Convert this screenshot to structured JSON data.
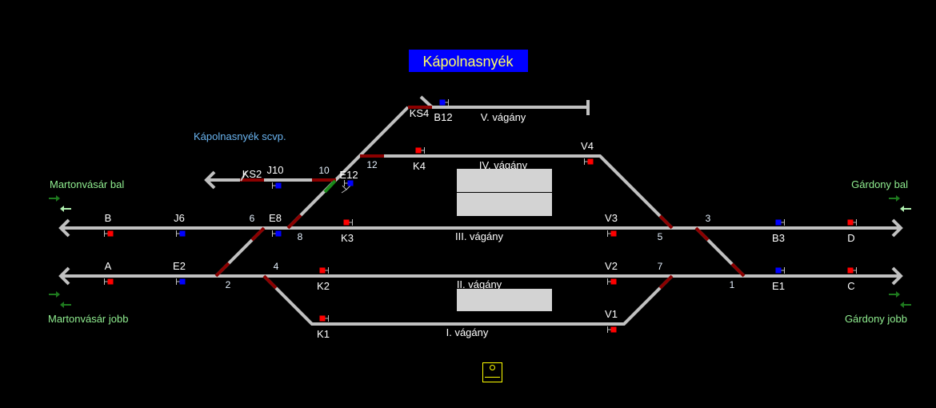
{
  "title": "Kápolnasnyék",
  "subtitle": "Kápolnasnyék scvp.",
  "colors": {
    "background": "#000000",
    "track": "#c0c0c0",
    "occupied": "#8b0000",
    "route_set": "#1a8a1a",
    "title_bg": "#0000ff",
    "title_fg": "#ffff66",
    "signal_stop": "#ff0000",
    "signal_shunt": "#0000ff"
  },
  "tracks": {
    "v": "V. vágány",
    "iv": "IV. vágány",
    "iii": "III. vágány",
    "ii": "II. vágány",
    "i": "I. vágány"
  },
  "directions": {
    "mv_bal": "Martonvásár bal",
    "mv_jobb": "Martonvásár jobb",
    "gd_bal": "Gárdony bal",
    "gd_jobb": "Gárdony jobb"
  },
  "switches": [
    "1",
    "2",
    "3",
    "4",
    "5",
    "6",
    "7",
    "8",
    "10",
    "12"
  ],
  "block_labels": {
    "ks2": "KS2",
    "ks4": "KS4"
  },
  "signals": [
    {
      "name": "B",
      "aspect": "#ff0000"
    },
    {
      "name": "J6",
      "aspect": "#0000ff"
    },
    {
      "name": "E8",
      "aspect": "#0000ff"
    },
    {
      "name": "K3",
      "aspect": "#ff0000"
    },
    {
      "name": "V3",
      "aspect": "#ff0000"
    },
    {
      "name": "B3",
      "aspect": "#0000ff"
    },
    {
      "name": "D",
      "aspect": "#ff0000"
    },
    {
      "name": "A",
      "aspect": "#ff0000"
    },
    {
      "name": "E2",
      "aspect": "#0000ff"
    },
    {
      "name": "K2",
      "aspect": "#ff0000"
    },
    {
      "name": "V2",
      "aspect": "#ff0000"
    },
    {
      "name": "E1",
      "aspect": "#0000ff"
    },
    {
      "name": "C",
      "aspect": "#ff0000"
    },
    {
      "name": "K1",
      "aspect": "#ff0000"
    },
    {
      "name": "V1",
      "aspect": "#ff0000"
    },
    {
      "name": "K4",
      "aspect": "#ff0000"
    },
    {
      "name": "V4",
      "aspect": "#ff0000"
    },
    {
      "name": "B12",
      "aspect": "#0000ff"
    },
    {
      "name": "J10",
      "aspect": "#0000ff"
    },
    {
      "name": "E12",
      "aspect": "#0000ff"
    }
  ]
}
